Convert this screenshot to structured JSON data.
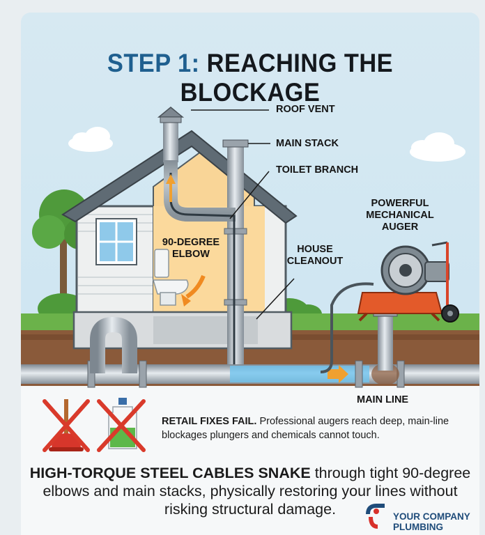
{
  "title": {
    "step": "STEP 1:",
    "rest": "REACHING THE BLOCKAGE"
  },
  "labels": {
    "roof_vent": "ROOF VENT",
    "main_stack": "MAIN STACK",
    "toilet_branch": "TOILET BRANCH",
    "auger_line1": "POWERFUL",
    "auger_line2": "MECHANICAL",
    "auger_line3": "AUGER",
    "elbow_line1": "90-DEGREE",
    "elbow_line2": "ELBOW",
    "cleanout_line1": "HOUSE",
    "cleanout_line2": "CLEANOUT",
    "main_line": "MAIN LINE"
  },
  "retail": {
    "lead": "RETAIL FIXES FAIL.",
    "body": "Professional augers reach deep, main-line blockages plungers and chemicals cannot touch."
  },
  "bottom": {
    "lead": "HIGH-TORQUE STEEL CABLES SNAKE",
    "body": "through tight 90-degree elbows and main stacks, physically restoring your lines without risking structural damage."
  },
  "logo": {
    "line1": "YOUR COMPANY",
    "line2": "PLUMBING"
  },
  "icons": {
    "plunger": "crossed-out-plunger-icon",
    "chemical": "crossed-out-chemical-bottle-icon",
    "logo": "pipe-wrench-logo-icon"
  },
  "colors": {
    "title_accent": "#1f5f8f",
    "cross_red": "#d93a2b",
    "water_blue": "#6fc3ee",
    "arrow_orange": "#f0a030",
    "brand_blue": "#1f4c7a",
    "brand_red": "#d8312b"
  }
}
